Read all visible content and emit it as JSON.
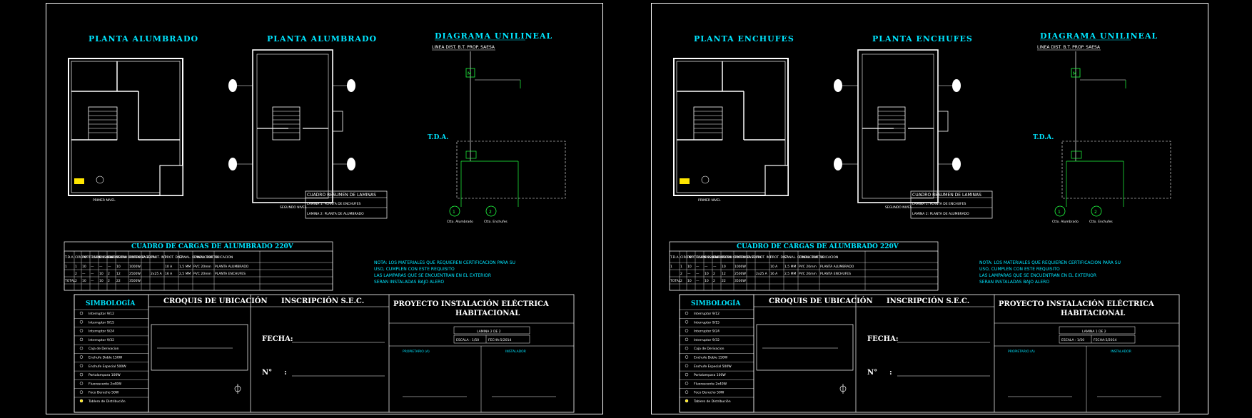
{
  "colors": {
    "background": "#000000",
    "frame": "#ffffff",
    "title": "#00e5ff",
    "lighting": "#ffe600",
    "labels_red": "#ff2020",
    "diagram_green": "#20ff40",
    "magenta": "#ff40ff"
  },
  "sheets": [
    {
      "plan_left_title": "PLANTA ALUMBRADO",
      "plan_right_title": "PLANTA ALUMBRADO",
      "diagram_title": "DIAGRAMA UNILINEAL",
      "line_title": "LINEA DIST. B.T. PROP. SAESA",
      "first_level": "PRIMER NIVEL",
      "second_level": "SEGUNDO NIVEL",
      "table_title": "CUADRO DE CARGAS DE ALUMBRADO 220V",
      "table_headers": [
        "T.D.A.",
        "CIRC N°",
        "PORT 150W",
        "FLUOR 2x40W",
        "ENCH 150W",
        "ENCH 500W",
        "TOTAL CENTROS",
        "POTENCIA TOTAL",
        "FASE",
        "PROT. INT.",
        "PROT. DIST.",
        "CANAL. CONDUCTOR",
        "CANAL. DUCTO",
        "UBICACION"
      ],
      "table_rows": [
        [
          "1",
          "1",
          "10",
          "—",
          "—",
          "—",
          "10",
          "1000W",
          "",
          "",
          "10 A",
          "1,5 MM",
          "PVC 20mm",
          "PLANTA ALUMBRADO"
        ],
        [
          "",
          "2",
          "—",
          "—",
          "10",
          "2",
          "12",
          "2500W",
          "",
          "2x25 A",
          "16 A",
          "2,5 MM",
          "PVC 20mm",
          "PLANTA ENCHUFES"
        ],
        [
          "TOTAL",
          "2",
          "10",
          "—",
          "10",
          "2",
          "22",
          "3500W",
          "",
          "",
          "",
          "",
          "",
          ""
        ]
      ],
      "summary_title": "CUADRO RESUMEN DE LAMINAS",
      "summary_items": [
        "LAMINA 1: PLANTA DE ENCHUFES",
        "LAMINA 2: PLANTA DE ALUMBRADO"
      ],
      "note": [
        "NOTA: LOS MATERIALES QUE REQUIEREN CERTIFICACION PARA SU",
        "USO, CUMPLEN CON ESTE REQUISITO",
        "LAS LAMPARAS QUE SE ENCUENTRAN EN EL EXTERIOR",
        "SERAN INSTALADAS BAJO ALERO"
      ],
      "symbology_title": "SIMBOLOGÍA",
      "symbology": [
        "Interruptor 9/12",
        "Interruptor 9/15",
        "Interruptor 9/24",
        "Interruptor 9/32",
        "Caja de Derivacion",
        "Enchufe Doble 150W",
        "Enchufe Especial 500W",
        "Portalampara 100W",
        "Fluorescente 2x40W",
        "Foco Derecho 50W",
        "Tablero de Distribución"
      ],
      "location_title": "CROQUIS DE UBICACIÓN",
      "inscription_title": "INSCRIPCIÓN S.E.C.",
      "fecha_label": "FECHA:",
      "numero_label": "N°",
      "numero_colon": ":",
      "project_title_1": "PROYECTO  INSTALACIÓN  ELÉCTRICA",
      "project_title_2": "HABITACIONAL",
      "lamina": "LAMINA 2 DE 2",
      "escala": "ESCALA : 1/50",
      "fecha_value": "FECHA:5/2014",
      "propietario": "PROPIETARIO (A)",
      "instalador": "INSTALADOR",
      "tda_label": "T.D.A.",
      "circuit_labels": [
        "Ctto. Alumbrado",
        "Ctto. Enchufes"
      ]
    },
    {
      "plan_left_title": "PLANTA ENCHUFES",
      "plan_right_title": "PLANTA ENCHUFES",
      "diagram_title": "DIAGRAMA UNILINEAL",
      "line_title": "LINEA DIST. B.T. PROP. SAESA",
      "first_level": "PRIMER NIVEL",
      "second_level": "SEGUNDO NIVEL",
      "table_title": "CUADRO DE CARGAS DE ALUMBRADO 220V",
      "table_headers": [
        "T.D.A.",
        "CIRC N°",
        "PORT 150W",
        "FLUOR 2x40W",
        "ENCH 150W",
        "ENCH 500W",
        "TOTAL CENTROS",
        "POTENCIA TOTAL",
        "FASE",
        "PROT. INT.",
        "PROT. DIST.",
        "CANAL. CONDUCTOR",
        "CANAL. DUCTO",
        "UBICACION"
      ],
      "table_rows": [
        [
          "1",
          "1",
          "10",
          "—",
          "—",
          "—",
          "10",
          "1000W",
          "",
          "",
          "10 A",
          "1,5 MM",
          "PVC 20mm",
          "PLANTA ALUMBRADO"
        ],
        [
          "",
          "2",
          "—",
          "—",
          "10",
          "2",
          "12",
          "2500W",
          "",
          "2x25 A",
          "16 A",
          "2,5 MM",
          "PVC 20mm",
          "PLANTA ENCHUFES"
        ],
        [
          "TOTAL",
          "2",
          "10",
          "—",
          "10",
          "2",
          "22",
          "3500W",
          "",
          "",
          "",
          "",
          "",
          ""
        ]
      ],
      "summary_title": "CUADRO RESUMEN DE LAMINAS",
      "summary_items": [
        "LAMINA 1: PLANTA DE ENCHUFES",
        "LAMINA 2: PLANTA DE ALUMBRADO"
      ],
      "note": [
        "NOTA: LOS MATERIALES QUE REQUIEREN CERTIFICACION PARA SU",
        "USO, CUMPLEN CON ESTE REQUISITO",
        "LAS LAMPARAS QUE SE ENCUENTRAN EN EL EXTERIOR",
        "SERAN INSTALADAS BAJO ALERO"
      ],
      "symbology_title": "SIMBOLOGÍA",
      "symbology": [
        "Interruptor 9/12",
        "Interruptor 9/15",
        "Interruptor 9/24",
        "Interruptor 9/32",
        "Caja de Derivacion",
        "Enchufe Doble 150W",
        "Enchufe Especial 500W",
        "Portalampara 100W",
        "Fluorescente 2x40W",
        "Foco Derecho 50W",
        "Tablero de Distribución"
      ],
      "location_title": "CROQUIS DE UBICACIÓN",
      "inscription_title": "INSCRIPCIÓN S.E.C.",
      "fecha_label": "FECHA:",
      "numero_label": "N°",
      "numero_colon": ":",
      "project_title_1": "PROYECTO  INSTALACIÓN  ELÉCTRICA",
      "project_title_2": "HABITACIONAL",
      "lamina": "LAMINA 1 DE 2",
      "escala": "ESCALA : 1/50",
      "fecha_value": "FECHA:5/2014",
      "propietario": "PROPIETARIO (A)",
      "instalador": "INSTALADOR",
      "tda_label": "T.D.A.",
      "circuit_labels": [
        "Ctto. Alumbrado",
        "Ctto. Enchufes"
      ]
    }
  ]
}
